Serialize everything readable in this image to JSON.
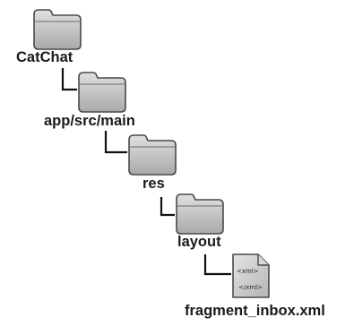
{
  "tree": {
    "nodes": [
      {
        "id": "catchat",
        "type": "folder",
        "label": "CatChat",
        "icon": "folder-icon"
      },
      {
        "id": "app-src-main",
        "type": "folder",
        "label": "app/src/main",
        "icon": "folder-icon"
      },
      {
        "id": "res",
        "type": "folder",
        "label": "res",
        "icon": "folder-icon"
      },
      {
        "id": "layout",
        "type": "folder",
        "label": "layout",
        "icon": "folder-icon"
      },
      {
        "id": "fragment-inbox",
        "type": "file",
        "label": "fragment_inbox.xml",
        "icon": "xml-file-icon",
        "file_lines": [
          "<xml>",
          "</xml>"
        ]
      }
    ]
  },
  "colors": {
    "folder_fill": "#c9c9c9",
    "folder_stroke": "#4a4a4a",
    "connector": "#111111",
    "label": "#1a1a1a"
  }
}
